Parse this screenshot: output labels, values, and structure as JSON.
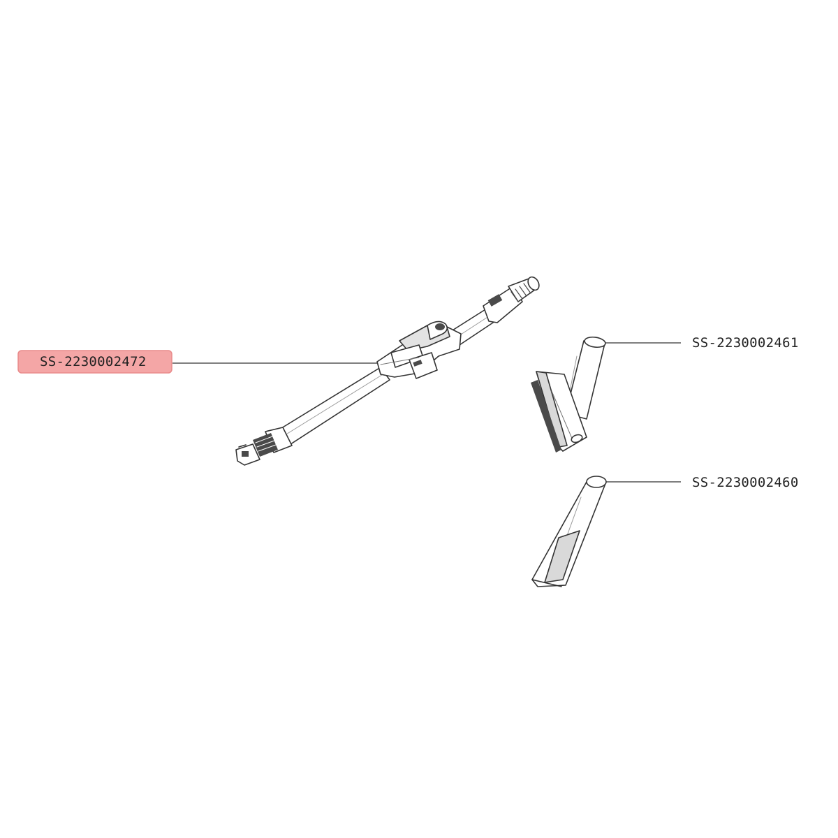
{
  "parts": [
    {
      "id": "wand",
      "code": "SS-2230002472",
      "highlighted": true
    },
    {
      "id": "upholstery-nozzle",
      "code": "SS-2230002461",
      "highlighted": false
    },
    {
      "id": "crevice-tool",
      "code": "SS-2230002460",
      "highlighted": false
    }
  ],
  "colors": {
    "highlight_fill": "#f4a6a6",
    "highlight_border": "#e98a8a",
    "line": "#333333",
    "part_fill": "#ffffff",
    "part_shade": "#d9d9d9",
    "part_dark": "#4a4a4a"
  }
}
